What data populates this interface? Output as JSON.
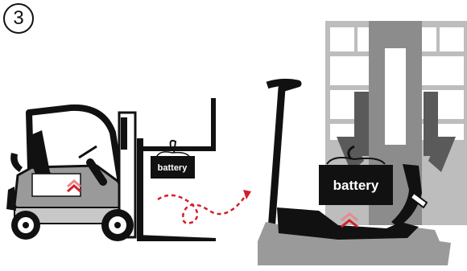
{
  "step": {
    "number": "3"
  },
  "left_battery": {
    "label": "battery"
  },
  "right_battery": {
    "label": "battery"
  },
  "colors": {
    "ink": "#111111",
    "truck_grey": "#9a9a9a",
    "truck_light": "#c8c8c8",
    "rack_grey": "#8c8c8c",
    "rack_light": "#bdbdbd",
    "accent_red": "#d4202a",
    "accent_pink": "#e88a8a"
  }
}
